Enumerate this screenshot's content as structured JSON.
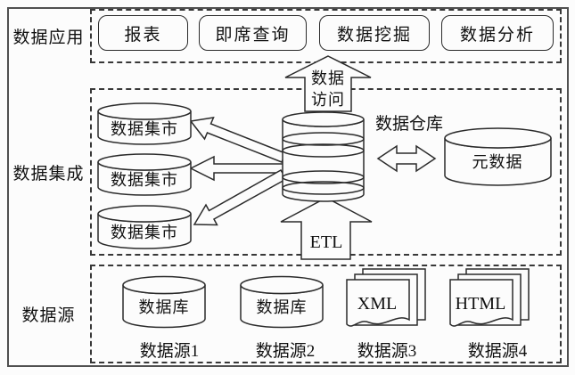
{
  "sections": {
    "application": {
      "label": "数据应用"
    },
    "integration": {
      "label": "数据集成"
    },
    "source": {
      "label": "数据源"
    }
  },
  "applications": [
    {
      "label": "报表"
    },
    {
      "label": "即席查询"
    },
    {
      "label": "数据挖掘"
    },
    {
      "label": "数据分析"
    }
  ],
  "data_access_arrow": {
    "line1": "数据",
    "line2": "访问"
  },
  "warehouse_label": "数据仓库",
  "marts": [
    {
      "label": "数据集市"
    },
    {
      "label": "数据集市"
    },
    {
      "label": "数据集市"
    }
  ],
  "metadata_label": "元数据",
  "etl_label": "ETL",
  "sources": [
    {
      "type": "database-cylinder",
      "icon_label": "数据库",
      "caption": "数据源1"
    },
    {
      "type": "database-cylinder",
      "icon_label": "数据库",
      "caption": "数据源2"
    },
    {
      "type": "document-stack",
      "icon_label": "XML",
      "caption": "数据源3"
    },
    {
      "type": "document-stack",
      "icon_label": "HTML",
      "caption": "数据源4"
    }
  ],
  "colors": {
    "line": "#2b2b2b",
    "background": "#fcfcfc",
    "dashed_border": "#383838"
  }
}
